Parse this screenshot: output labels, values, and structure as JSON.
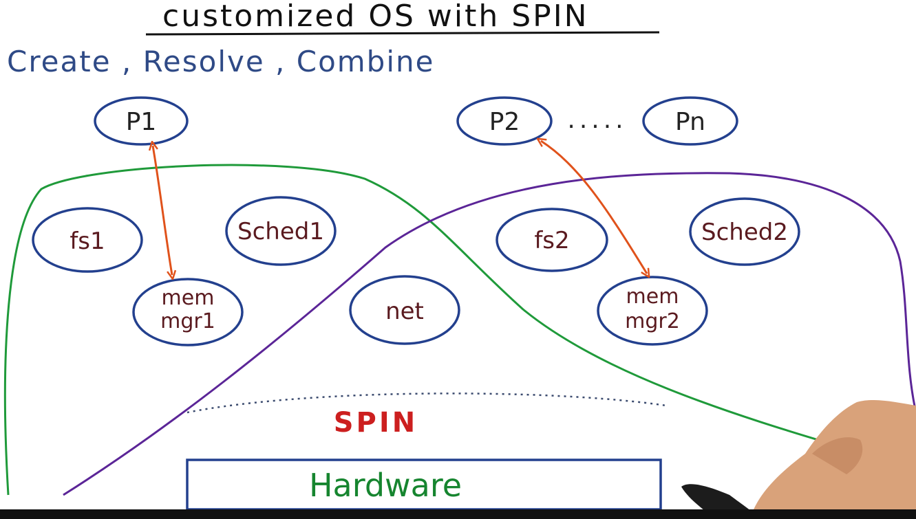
{
  "title": "customized OS with SPIN",
  "subtitle": "Create , Resolve , Combine",
  "processes": {
    "p1": "P1",
    "p2": "P2",
    "ellipsis": ".....",
    "pn": "Pn"
  },
  "components": {
    "fs1": "fs1",
    "sched1": "Sched1",
    "mem1_line1": "mem",
    "mem1_line2": "mgr1",
    "net": "net",
    "fs2": "fs2",
    "sched2": "Sched2",
    "mem2_line1": "mem",
    "mem2_line2": "mgr2"
  },
  "spin_label": "SPIN",
  "hardware_label": "Hardware",
  "colors": {
    "ellipse_stroke": "#23408e",
    "component_text": "#5a1a1f",
    "extension1_curve": "#1f9a3a",
    "extension2_curve": "#5b2597",
    "arrow": "#e0521b",
    "spin_text": "#cc1f1f",
    "hardware_text": "#16852f"
  }
}
